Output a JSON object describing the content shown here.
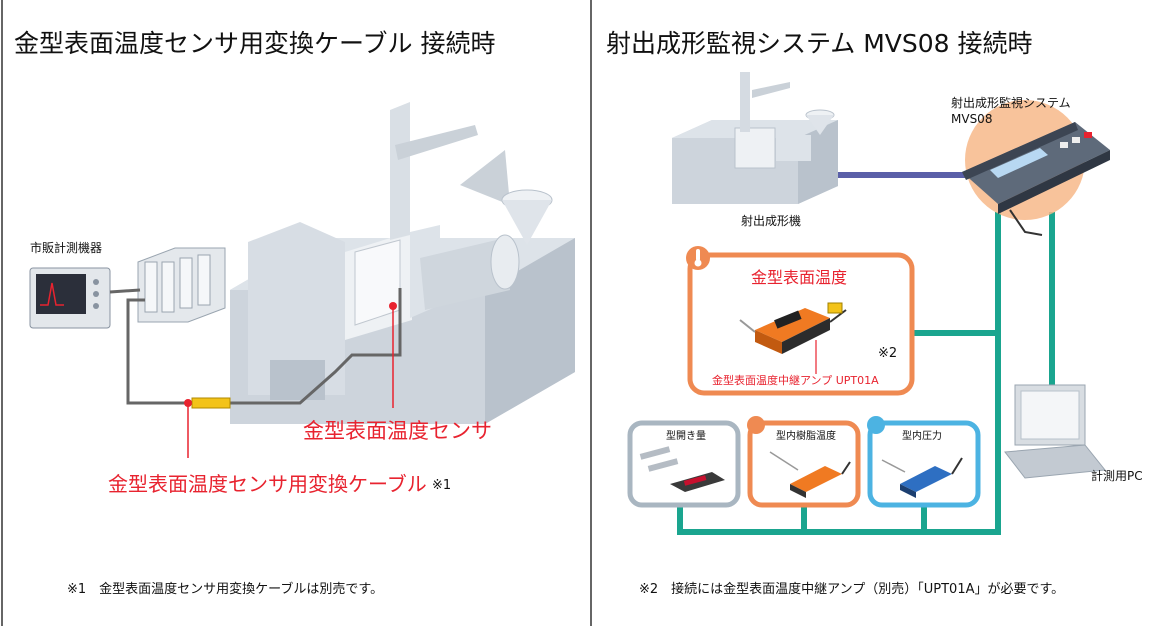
{
  "left_panel": {
    "title": "金型表面温度センサ用変換ケーブル 接続時",
    "label_instrument": "市販計測機器",
    "label_sensor": "金型表面温度センサ",
    "label_cable": "金型表面温度センサ用変換ケーブル",
    "label_cable_note": "※1",
    "footnote": "※1　金型表面温度センサ用変換ケーブルは別売です。"
  },
  "right_panel": {
    "title": "射出成形監視システム MVS08 接続時",
    "label_system_line1": "射出成形監視システム",
    "label_system_line2": "MVS08",
    "label_machine": "射出成形機",
    "box_surface_temp_title": "金型表面温度",
    "box_surface_temp_amp": "金型表面温度中継アンプ UPT01A",
    "box_surface_temp_note": "※2",
    "box_opening": "型開き量",
    "box_resin_temp": "型内樹脂温度",
    "box_pressure": "型内圧力",
    "label_pc": "計測用PC",
    "footnote": "※2　接続には金型表面温度中継アンプ（別売）「UPT01A」が必要です。"
  },
  "colors": {
    "accent_red": "#e8232f",
    "cable_teal": "#1aa58f",
    "cable_blue": "#5a5fa8",
    "box_orange": "#ef8a52",
    "box_gray": "#a9b6c1",
    "box_blue": "#4cb3e2",
    "machine": "#cdd4dc",
    "machine_dark": "#a7b1bc",
    "system_glow": "#f7b88a"
  },
  "icons": [
    "thermometer-icon",
    "laptop-icon",
    "monitor-icon"
  ]
}
